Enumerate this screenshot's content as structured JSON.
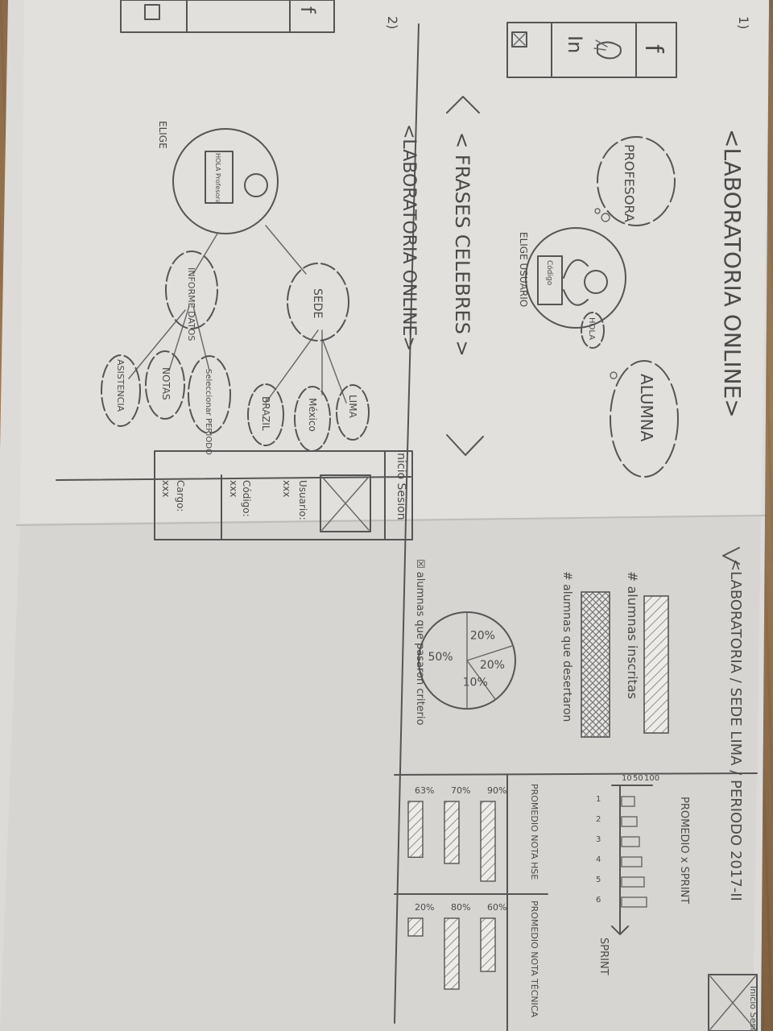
{
  "panel1": {
    "number": "1)",
    "title": "<LABORATORIA   ONLINE>",
    "bubble_left": "PROFESORA",
    "bubble_right": "ALUMNA",
    "avatar_sign_1": "Código",
    "avatar_sign_2": "HOLA",
    "avatar_caption": "ELIGE USUARIO",
    "side_f": "f",
    "side_box": "☒"
  },
  "panel2": {
    "number": "2)",
    "title": "<LABORATORIA   ONLINE>",
    "login_label": "Inicio Sesion",
    "user_label": "Usuario:",
    "user_value": "xxx",
    "code_label": "Código:",
    "code_value": "xxx",
    "role_label": "Cargo:",
    "role_value": "xxx",
    "avatar_sign": "HOLA Profesora",
    "avatar_caption": "ELIGE",
    "nodes": {
      "sede": "SEDE",
      "lima": "LIMA",
      "mexico": "México",
      "brazil": "BRAZIL",
      "informe": "INFORME DATOS",
      "seleccionar": "Seleccionar PERIODO",
      "notas": "NOTAS",
      "asistencia": "ASISTENCIA"
    }
  },
  "panel3": {
    "title": "< FRASES   CELEBRES   >"
  },
  "panel4": {
    "title": "<LABORATORIA / SEDE LIMA / PERIODO 2017-II",
    "login_corner": "Inicio Sesi",
    "inscritas_label": "# alumnas inscritas",
    "desertaron_label": "# alumnas que desertaron",
    "pass_label": "☒ alumnas que pasaron criterio",
    "pie_slices": [
      {
        "label": "20%",
        "value": 20
      },
      {
        "label": "20%",
        "value": 20
      },
      {
        "label": "10%",
        "value": 10
      },
      {
        "label": "50%",
        "value": 50
      }
    ],
    "sprint_chart": {
      "title": "PROMEDIO x SPRINT",
      "xlabel": "SPRINT",
      "ticks_y": [
        "100",
        "50",
        "10"
      ],
      "ticks_x": [
        "1",
        "2",
        "3",
        "4",
        "5",
        "6"
      ]
    },
    "hse_label": "PROMEDIO NOTA HSE",
    "tech_label": "PROMEDIO NOTA TÉCNICA",
    "hse_bars": [
      {
        "label": "90%",
        "value": 90
      },
      {
        "label": "70%",
        "value": 70
      },
      {
        "label": "63%",
        "value": 63
      }
    ],
    "tech_bars": [
      {
        "label": "60%",
        "value": 60
      },
      {
        "label": "80%",
        "value": 80
      },
      {
        "label": "20%",
        "value": 20
      }
    ]
  }
}
